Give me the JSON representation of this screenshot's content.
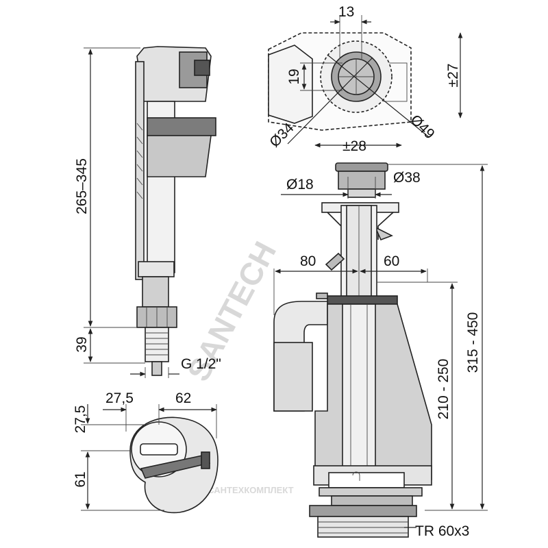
{
  "dimensions": {
    "fill_valve_height": "265–345",
    "inlet_height": "39",
    "thread": "G 1/2\"",
    "offset_a": "27,5",
    "width_b": "62",
    "depth_a": "27,5",
    "depth_b": "61",
    "top_width": "13",
    "top_height": "19",
    "adjust_vertical": "±27",
    "adjust_horizontal": "±28",
    "diam_small": "Ø34",
    "diam_large": "Ø49",
    "button_small": "Ø18",
    "button_large": "Ø38",
    "left_offset": "80",
    "right_offset": "60",
    "overflow_height": "210 - 250",
    "flush_height": "315 - 450",
    "bottom_thread": "TR 60x3"
  },
  "watermarks": {
    "main": "SANTECH",
    "bottom": "© САНТЕХКОМПЛЕКТ"
  },
  "colors": {
    "line": "#222222",
    "body_gray": "#c9c9c9",
    "dark_gray": "#8a8a8a",
    "watermark": "#d8d8d8"
  }
}
